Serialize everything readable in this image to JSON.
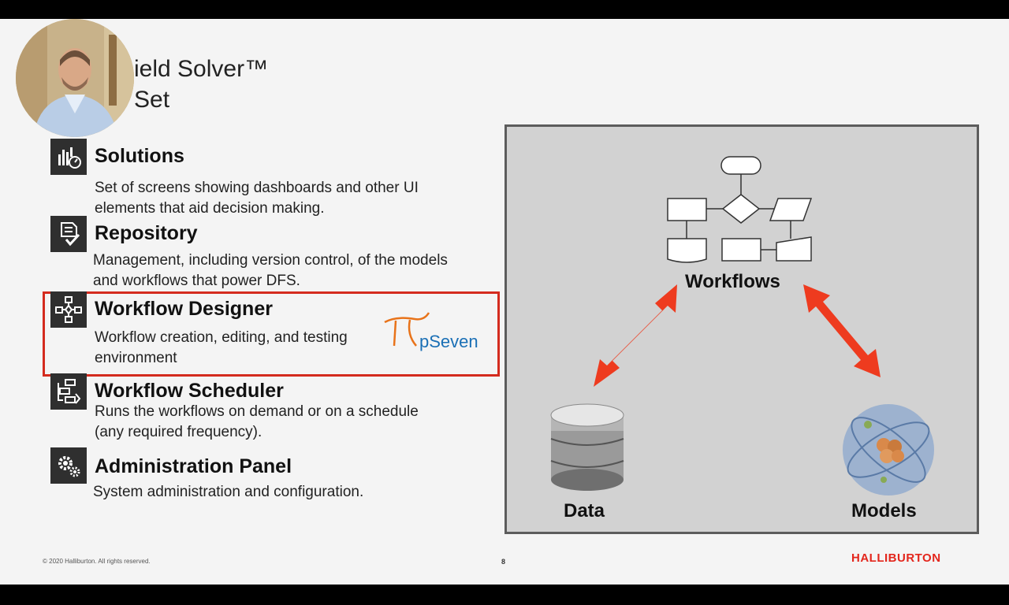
{
  "slide": {
    "title_line1": "ield Solver™",
    "title_line2": "Set",
    "items": [
      {
        "heading": "Solutions",
        "desc": [
          "Set of screens showing dashboards and other UI",
          "elements that aid decision making."
        ]
      },
      {
        "heading": "Repository",
        "desc": [
          "Management, including version control, of the models",
          "and workflows that power DFS."
        ]
      },
      {
        "heading": "Workflow Designer",
        "desc": [
          "Workflow creation, editing, and testing",
          "environment"
        ]
      },
      {
        "heading": "Workflow Scheduler",
        "desc": [
          "Runs the workflows on demand or on a schedule",
          "(any required frequency)."
        ]
      },
      {
        "heading": "Administration Panel",
        "desc": [
          "System administration and configuration."
        ]
      }
    ],
    "logo_text": "pSeven",
    "diagram": {
      "workflows": "Workflows",
      "data": "Data",
      "models": "Models"
    },
    "footer": {
      "copyright": "© 2020 Halliburton. All rights reserved.",
      "page": "8",
      "brand": "HALLIBURTON"
    }
  },
  "icons": [
    "dashboard-icon",
    "checklist-icon",
    "flowchart-icon",
    "scheduler-icon",
    "gears-icon",
    "database-icon",
    "atom-icon"
  ],
  "colors": {
    "accent_red": "#d42b1e",
    "brand_red": "#e3261c",
    "pseven_blue": "#1a6fb5",
    "pseven_orange": "#e8731a"
  }
}
